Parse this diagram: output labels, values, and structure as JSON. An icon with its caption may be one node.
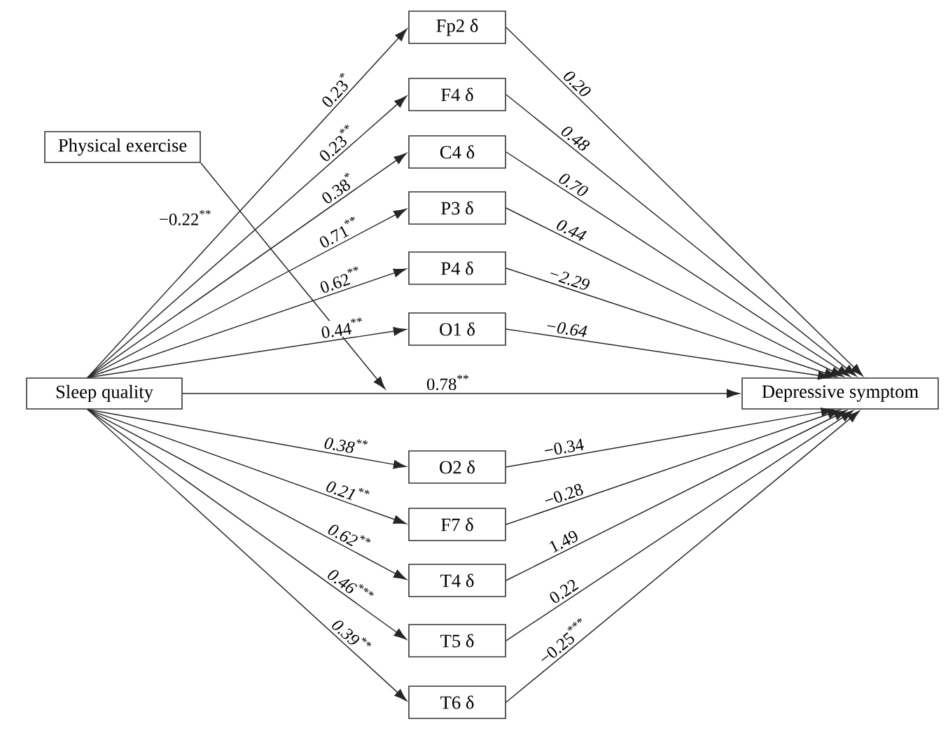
{
  "diagram": {
    "nodes": [
      {
        "text": [
          "Fp2 δ"
        ]
      },
      {
        "text": [
          "F4 δ"
        ]
      },
      {
        "text": [
          "Physical exercise"
        ]
      },
      {
        "text": [
          "C4 δ"
        ]
      },
      {
        "text": [
          "P3 δ"
        ]
      },
      {
        "text": [
          "P4 δ"
        ]
      },
      {
        "text": [
          "O1 δ"
        ]
      },
      {
        "text": [
          "Sleep quality"
        ]
      },
      {
        "text": [
          "Depressive symptom"
        ]
      },
      {
        "text": [
          "O2 δ"
        ]
      },
      {
        "text": [
          "F7 δ"
        ]
      },
      {
        "text": [
          "T4 δ"
        ]
      },
      {
        "text": [
          "T5 δ"
        ]
      },
      {
        "text": [
          "T6 δ"
        ]
      }
    ],
    "edges": [
      {
        "from": 7,
        "to": 0,
        "arrow": "to",
        "label": "0.23$^{*}$"
      },
      {
        "from": 7,
        "to": 1,
        "arrow": "to",
        "label": "0.23$^{**}$"
      },
      {
        "from": 7,
        "to": 3,
        "arrow": "to",
        "label": "0.38$^{*}$"
      },
      {
        "from": 7,
        "to": 4,
        "arrow": "to",
        "label": "0.71$^{**}$"
      },
      {
        "from": 7,
        "to": 5,
        "arrow": "to",
        "label": "0.62$^{**}$"
      },
      {
        "from": 7,
        "to": 6,
        "arrow": "to",
        "label": "0.44$^{**}$"
      },
      {
        "from": 7,
        "to": 9,
        "arrow": "to",
        "label": "0.38$^{**}$"
      },
      {
        "from": 7,
        "to": 10,
        "arrow": "to",
        "label": "0.21$^{**}$"
      },
      {
        "from": 7,
        "to": 11,
        "arrow": "to",
        "label": "0.62$^{**}$"
      },
      {
        "from": 7,
        "to": 12,
        "arrow": "to",
        "label": "0.46$^{***}$"
      },
      {
        "from": 7,
        "to": 13,
        "arrow": "to",
        "label": "0.39$^{**}$"
      },
      {
        "from": 0,
        "to": 8,
        "arrow": "to",
        "label": "0.20"
      },
      {
        "from": 1,
        "to": 8,
        "arrow": "to",
        "label": "0.48"
      },
      {
        "from": 3,
        "to": 8,
        "arrow": "to",
        "label": "0.70"
      },
      {
        "from": 4,
        "to": 8,
        "arrow": "to",
        "label": "0.44"
      },
      {
        "from": 5,
        "to": 8,
        "arrow": "to",
        "label": "−2.29"
      },
      {
        "from": 6,
        "to": 8,
        "arrow": "to",
        "label": "−0.64"
      },
      {
        "from": 9,
        "to": 8,
        "arrow": "to",
        "label": "−0.34"
      },
      {
        "from": 10,
        "to": 8,
        "arrow": "to",
        "label": "−0.28"
      },
      {
        "from": 11,
        "to": 8,
        "arrow": "to",
        "label": "1.49"
      },
      {
        "from": 12,
        "to": 8,
        "arrow": "to",
        "label": "0.22"
      },
      {
        "from": 13,
        "to": 8,
        "arrow": "to",
        "label": "−0.25$^{***}$"
      },
      {
        "from": 7,
        "to": 8,
        "arrow": "to",
        "label": "0.78$^{**}$"
      },
      {
        "from": 2,
        "to": null,
        "arrow": "to",
        "label": "−0.22$^{**}$"
      }
    ]
  }
}
